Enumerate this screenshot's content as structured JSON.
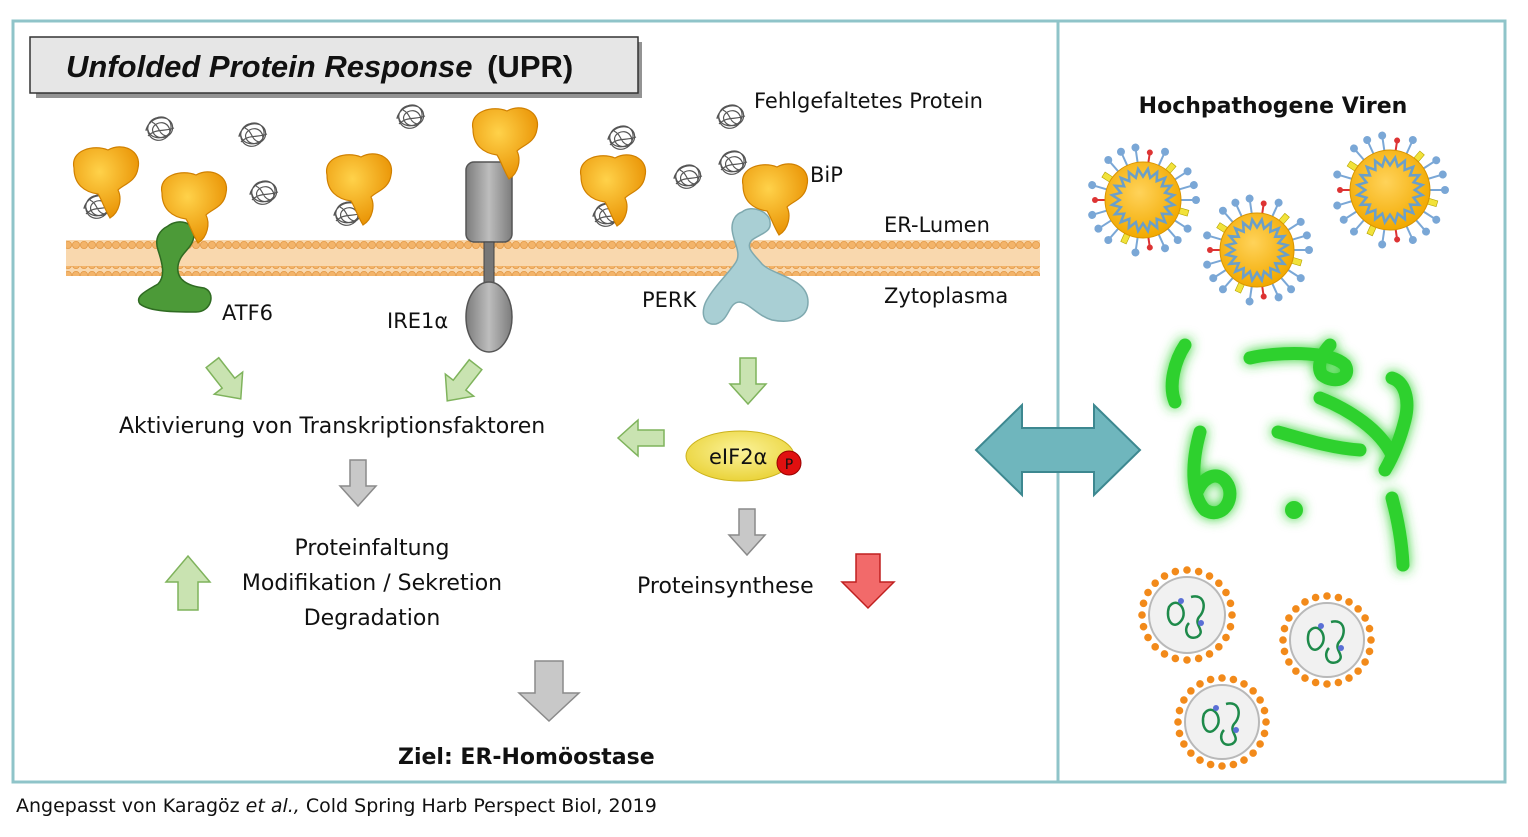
{
  "title": {
    "italic_part": "Unfolded Protein Response",
    "abbr": "(UPR)"
  },
  "labels": {
    "misfolded": "Fehlgefaltetes Protein",
    "bip": "BiP",
    "er_lumen": "ER-Lumen",
    "cytoplasm": "Zytoplasma",
    "atf6": "ATF6",
    "ire1": "IRE1α",
    "perk": "PERK",
    "activation": "Aktivierung von Transkriptionsfaktoren",
    "eif2a": "eIF2α",
    "phospho": "P",
    "folding": "Proteinfaltung",
    "modification": "Modifikation / Sekretion",
    "degradation": "Degradation",
    "synthesis": "Proteinsynthese",
    "goal": "Ziel: ER-Homöostase",
    "viruses": "Hochpathogene Viren"
  },
  "citation": {
    "prefix": "Angepasst von Karagöz ",
    "etal": "et al.,",
    "suffix": " Cold Spring Harb Perspect Biol, 2019"
  },
  "colors": {
    "frame": "#8fc4c9",
    "bip": "#f0a000",
    "atf6": "#3f8e2f",
    "ire1": "#9a9a9a",
    "perk": "#a9cfd4",
    "membrane": "#f6c890",
    "eif2a": "#f3e650",
    "arrow_green": "#c9e3b1",
    "arrow_gray": "#c8c8c8",
    "arrow_red": "#f26a6a",
    "double_arrow": "#6fb6bd",
    "virus_core": "#f7b500",
    "ebola_green": "#2fd12f"
  }
}
